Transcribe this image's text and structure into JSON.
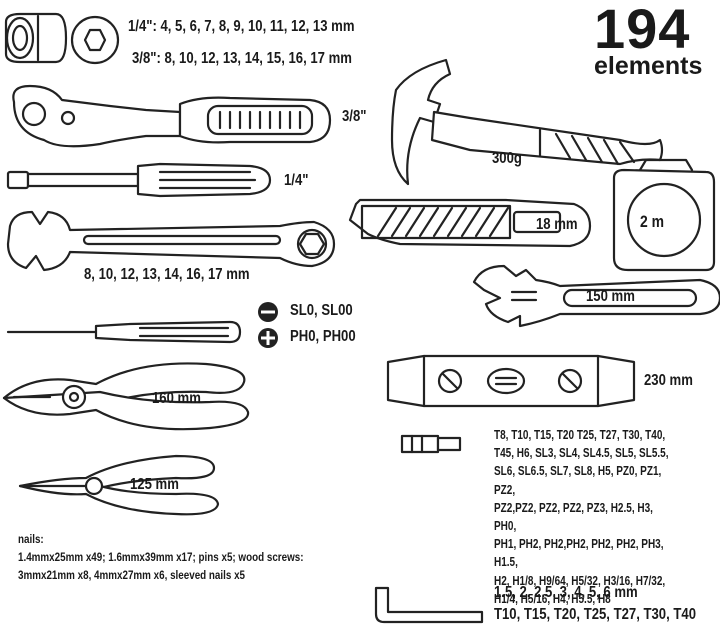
{
  "headline": {
    "count": "194",
    "unit": "elements"
  },
  "sockets": {
    "line_quarter": "1/4\": 4, 5, 6, 7, 8, 9, 10, 11, 12, 13 mm",
    "line_three_eighths": "3/8\": 8, 10, 12, 13, 14, 15, 16, 17 mm"
  },
  "ratchet": {
    "label": "3/8\""
  },
  "screwdriver_holder": {
    "label": "1/4\""
  },
  "wrenches": {
    "label": "8, 10, 12, 13, 14, 16, 17 mm"
  },
  "hammer": {
    "label": "300g"
  },
  "knife": {
    "label": "18 mm"
  },
  "tape_measure": {
    "label": "2 m"
  },
  "adjustable_wrench": {
    "label": "150 mm"
  },
  "precision_screwdrivers": {
    "slotted": "SL0, SL00",
    "phillips": "PH0, PH00"
  },
  "level": {
    "label": "230 mm"
  },
  "pliers_combination": {
    "label": "160 mm"
  },
  "pliers_long_nose": {
    "label": "125 mm"
  },
  "bits": {
    "lines": [
      "T8, T10, T15, T20 T25, T27, T30, T40,",
      "T45, H6, SL3, SL4, SL4.5, SL5, SL5.5,",
      "SL6, SL6.5, SL7, SL8, H5, PZ0, PZ1, PZ2,",
      "PZ2,PZ2, PZ2, PZ2, PZ3, H2.5, H3, PH0,",
      "PH1, PH2, PH2,PH2, PH2, PH2, PH3, H1.5,",
      "H2, H1/8, H9/64, H5/32, H3/16, H7/32,",
      "H1/4, H5/16, H4, H5.5, H8"
    ]
  },
  "nails": {
    "lines": [
      "nails:",
      "1.4mmx25mm x49; 1.6mmx39mm x17; pins x5; wood screws:",
      "3mmx21mm x8, 4mmx27mm x6, sleeved nails x5"
    ]
  },
  "hex_keys": {
    "line_1": "1.5, 2, 2.5, 3, 4, 5, 6 mm",
    "line_2": "T10, T15, T20, T25, T27, T30, T40"
  }
}
